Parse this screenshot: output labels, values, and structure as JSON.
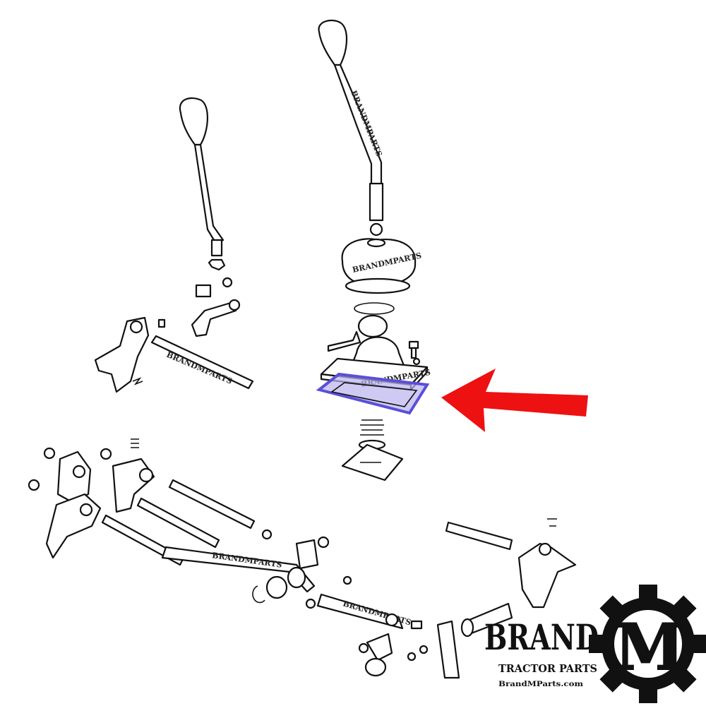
{
  "diagram": {
    "watermark": "BRANDMPARTS",
    "highlight_color": "#5a4fd8",
    "arrow_color": "#ee1111",
    "highlighted_part": "gasket"
  },
  "logo": {
    "brand": "BRAND",
    "letter": "M",
    "tagline": "TRACTOR PARTS",
    "website": "BrandMParts.com",
    "letter_color": "#ee1111",
    "gear_color": "#111111"
  }
}
